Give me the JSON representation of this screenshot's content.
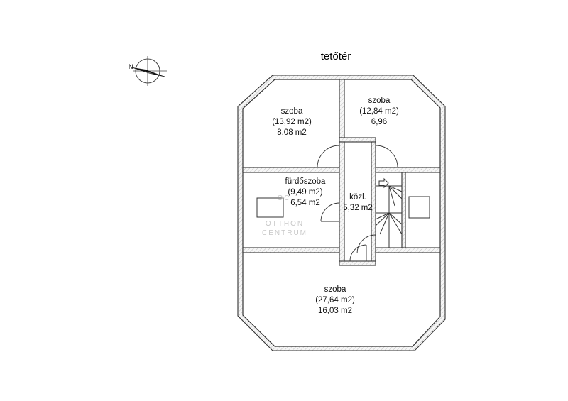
{
  "floor_title": "tetőtér",
  "rooms": [
    {
      "name": "szoba",
      "area1": "(13,92 m2)",
      "area2": "8,08 m2"
    },
    {
      "name": "szoba",
      "area1": "(12,84 m2)",
      "area2": "6,96"
    },
    {
      "name": "fürdőszoba",
      "area1": "(9,49 m2)",
      "area2": "6,54 m2"
    },
    {
      "name": "közl.",
      "area1": "5,32 m2"
    },
    {
      "name": "szoba",
      "area1": "(27,64 m2)",
      "area2": "16,03 m2"
    }
  ],
  "watermark": {
    "logo": "OC",
    "line1": "OTTHON",
    "line2": "CENTRUM"
  },
  "compass": {
    "north_label": "N"
  }
}
